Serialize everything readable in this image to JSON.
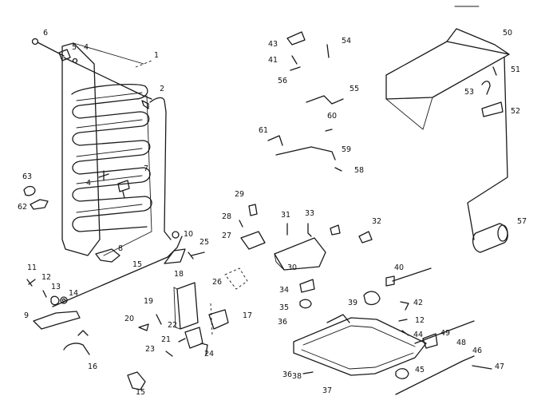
{
  "callouts": [
    "1",
    "2",
    "4",
    "4",
    "5",
    "6",
    "7",
    "8",
    "9",
    "10",
    "11",
    "12",
    "12",
    "13",
    "14",
    "15",
    "16",
    "17",
    "18",
    "19",
    "20",
    "21",
    "22",
    "23",
    "24",
    "25",
    "26",
    "27",
    "28",
    "29",
    "30",
    "31",
    "32",
    "33",
    "34",
    "35",
    "36",
    "36",
    "37",
    "38",
    "39",
    "40",
    "41",
    "42",
    "43",
    "44",
    "45",
    "46",
    "47",
    "48",
    "49",
    "50",
    "51",
    "52",
    "53",
    "54",
    "55",
    "56",
    "57",
    "58",
    "59",
    "60",
    "61",
    "62",
    "63"
  ]
}
